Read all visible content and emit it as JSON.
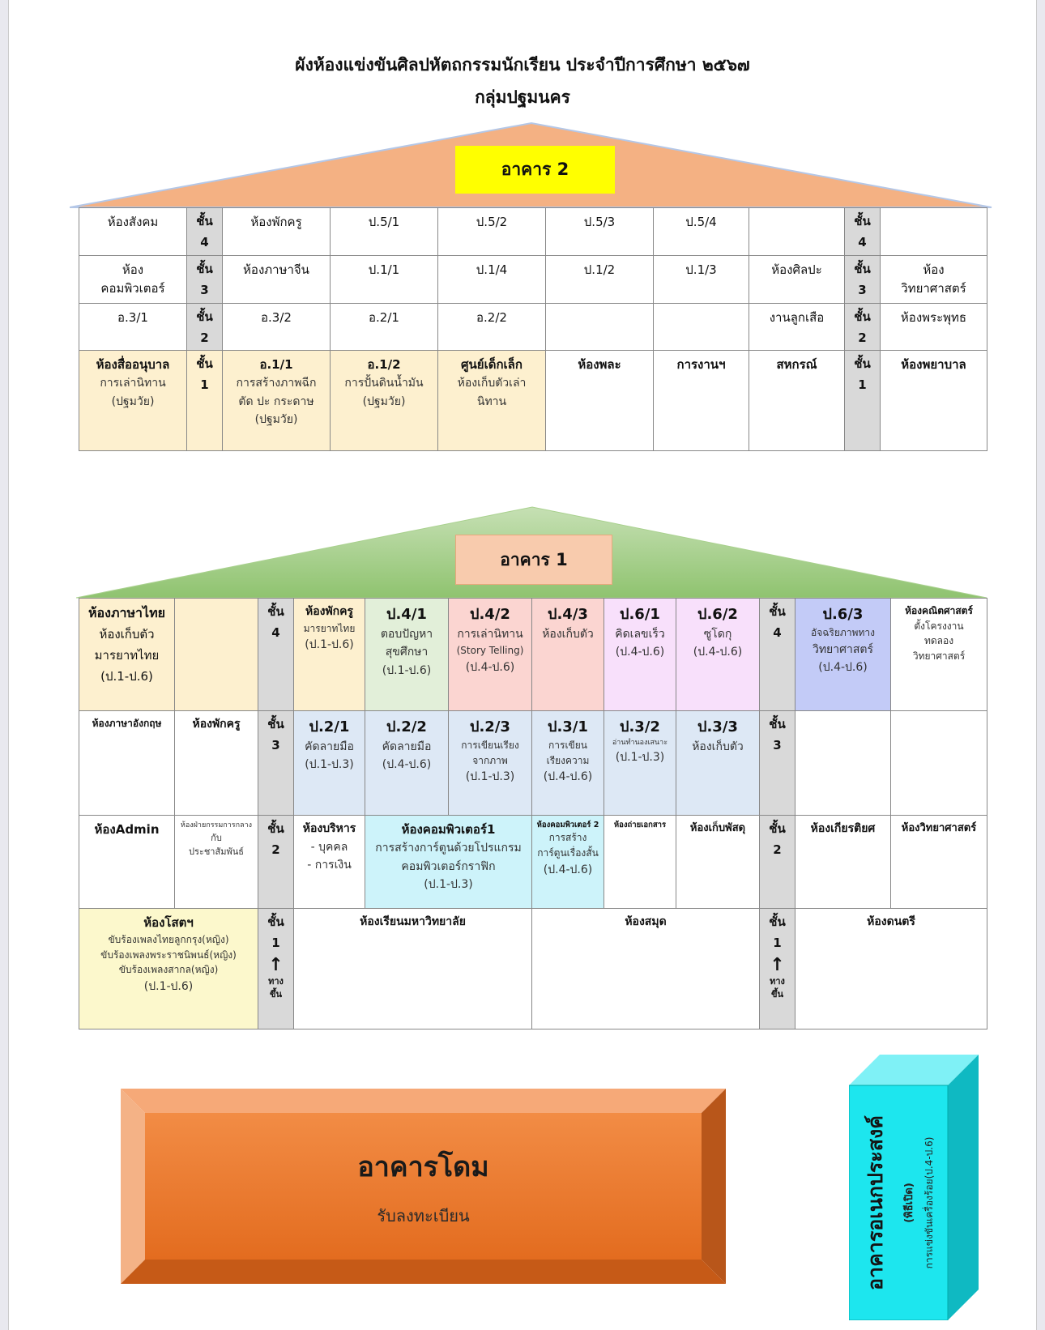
{
  "title": {
    "line1": "ผังห้องแข่งขันศิลปหัตถกรรมนักเรียน ประจำปีการศึกษา ๒๕๖๗",
    "line2": "กลุ่มปฐมนคร"
  },
  "colors": {
    "roof2": "#f4b183",
    "roof1": "#a9d18e",
    "label2_bg": "#ffff00",
    "label1_bg": "#f8cbad",
    "floor_col": "#d9d9d9",
    "dome": "#ed7d31",
    "cube": "#17e0ea"
  },
  "building2": {
    "label": "อาคาร 2",
    "floor_prefix": "ชั้น",
    "r4": {
      "c1": "ห้องสังคม",
      "fl": "4",
      "c3": "ห้องพักครู",
      "c4": "ป.5/1",
      "c5": "ป.5/2",
      "c6": "ป.5/3",
      "c7": "ป.5/4",
      "c8": "",
      "fr": "4",
      "c10": ""
    },
    "r3": {
      "c1a": "ห้อง",
      "c1b": "คอมพิวเตอร์",
      "fl": "3",
      "c3": "ห้องภาษาจีน",
      "c4": "ป.1/1",
      "c5": "ป.1/4",
      "c6": "ป.1/2",
      "c7": "ป.1/3",
      "c8": "ห้องศิลปะ",
      "fr": "3",
      "c10a": "ห้อง",
      "c10b": "วิทยาศาสตร์"
    },
    "r2": {
      "c1": "อ.3/1",
      "fl": "2",
      "c3": "อ.3/2",
      "c4": "อ.2/1",
      "c5": "อ.2/2",
      "c6": "",
      "c7": "",
      "c8": "งานลูกเสือ",
      "fr": "2",
      "c10": "ห้องพระพุทธ"
    },
    "r1": {
      "c1": "ห้องสื่ออนุบาล",
      "c1s1": "การเล่านิทาน",
      "c1s2": "(ปฐมวัย)",
      "fl": "1",
      "c3": "อ.1/1",
      "c3s1": "การสร้างภาพฉีก",
      "c3s2": "ตัด ปะ กระดาษ",
      "c3s3": "(ปฐมวัย)",
      "c4": "อ.1/2",
      "c4s1": "การปั้นดินน้ำมัน",
      "c4s2": "(ปฐมวัย)",
      "c5": "ศูนย์เด็กเล็ก",
      "c5s1": "ห้องเก็บตัวเล่า",
      "c5s2": "นิทาน",
      "c6": "ห้องพละ",
      "c7": "การงานฯ",
      "c8": "สหกรณ์",
      "fr": "1",
      "c10": "ห้องพยาบาล"
    }
  },
  "building1": {
    "label": "อาคาร 1",
    "floor_prefix": "ชั้น",
    "r4": {
      "c1": "ห้องภาษาไทย",
      "c1s1": "ห้องเก็บตัว",
      "c1s2": "มารยาทไทย",
      "c1s3": "(ป.1-ป.6)",
      "c2": "",
      "fl": "4",
      "c3": "ห้องพักครู",
      "c3s1": "มารยาทไทย",
      "c3s2": "(ป.1-ป.6)",
      "c4": "ป.4/1",
      "c4s1": "ตอบปัญหา",
      "c4s2": "สุขศึกษา",
      "c4s3": "(ป.1-ป.6)",
      "c5": "ป.4/2",
      "c5s1": "การเล่านิทาน",
      "c5s2": "(Story Telling)",
      "c5s3": "(ป.4-ป.6)",
      "c6": "ป.4/3",
      "c6s1": "ห้องเก็บตัว",
      "c7": "ป.6/1",
      "c7s1": "คิดเลขเร็ว",
      "c7s2": "(ป.4-ป.6)",
      "c8": "ป.6/2",
      "c8s1": "ซูโดกุ",
      "c8s2": "(ป.4-ป.6)",
      "fr": "4",
      "c10": "ป.6/3",
      "c10s1": "อัจฉริยภาพทาง",
      "c10s2": "วิทยาศาสตร์",
      "c10s3": "(ป.4-ป.6)",
      "c11": "ห้องคณิตศาสตร์",
      "c11s1": "ตั้งโครงงาน",
      "c11s2": "ทดลอง",
      "c11s3": "วิทยาศาสตร์"
    },
    "r3": {
      "c1": "ห้องภาษาอังกฤษ",
      "c2": "ห้องพักครู",
      "fl": "3",
      "c3": "ป.2/1",
      "c3s1": "คัดลายมือ",
      "c3s2": "(ป.1-ป.3)",
      "c4": "ป.2/2",
      "c4s1": "คัดลายมือ",
      "c4s2": "(ป.4-ป.6)",
      "c5": "ป.2/3",
      "c5s1": "การเขียนเรียง",
      "c5s2": "จากภาพ",
      "c5s3": "(ป.1-ป.3)",
      "c6": "ป.3/1",
      "c6s1": "การเขียน",
      "c6s2": "เรียงความ",
      "c6s3": "(ป.4-ป.6)",
      "c7": "ป.3/2",
      "c7s1": "อ่านทำนองเสนาะ",
      "c7s2": "(ป.1-ป.3)",
      "c8": "ป.3/3",
      "c8s1": "ห้องเก็บตัว",
      "fr": "3",
      "c10": "",
      "c11": ""
    },
    "r2": {
      "c1": "ห้องAdmin",
      "c2s1": "ห้องฝ่ายกรรมการกลาง",
      "c2s2": "กับ",
      "c2s3": "ประชาสัมพันธ์",
      "fl": "2",
      "c3": "ห้องบริหาร",
      "c3s1": "- บุคคล",
      "c3s2": "- การเงิน",
      "c45": "ห้องคอมพิวเตอร์1",
      "c45s1": "การสร้างการ์ตูนด้วยโปรแกรม",
      "c45s2": "คอมพิวเตอร์กราฟิก",
      "c45s3": "(ป.1-ป.3)",
      "c6": "ห้องคอมพิวเตอร์ 2",
      "c6s1": "การสร้าง",
      "c6s2": "การ์ตูนเรื่องสั้น",
      "c6s3": "(ป.4-ป.6)",
      "c7": "ห้องถ่ายเอกสาร",
      "c8": "ห้องเก็บพัสดุ",
      "fr": "2",
      "c10": "ห้องเกียรติยศ",
      "c11": "ห้องวิทยาศาสตร์"
    },
    "r1": {
      "c12": "ห้องโสตฯ",
      "c12s1": "ขับร้องเพลงไทยลูกกรุง(หญิง)",
      "c12s2": "ขับร้องเพลงพระราชนิพนธ์(หญิง)",
      "c12s3": "ขับร้องเพลงสากล(หญิง)",
      "c12s4": "(ป.1-ป.6)",
      "fl": "1",
      "arrow": "↑",
      "up": "ทาง",
      "up2": "ขึ้น",
      "c35": "ห้องเรียนมหาวิทยาลัย",
      "c68": "ห้องสมุด",
      "fr": "1",
      "c1011": "ห้องดนตรี"
    }
  },
  "dome": {
    "title": "อาคารโดม",
    "subtitle": "รับลงทะเบียน"
  },
  "multipurpose": {
    "title": "อาคารอเนกประสงค์",
    "sub1": "(พิธีเปิด)",
    "sub2": "การแข่งขันเครื่องร้อย(ป.4-ป.6)"
  }
}
